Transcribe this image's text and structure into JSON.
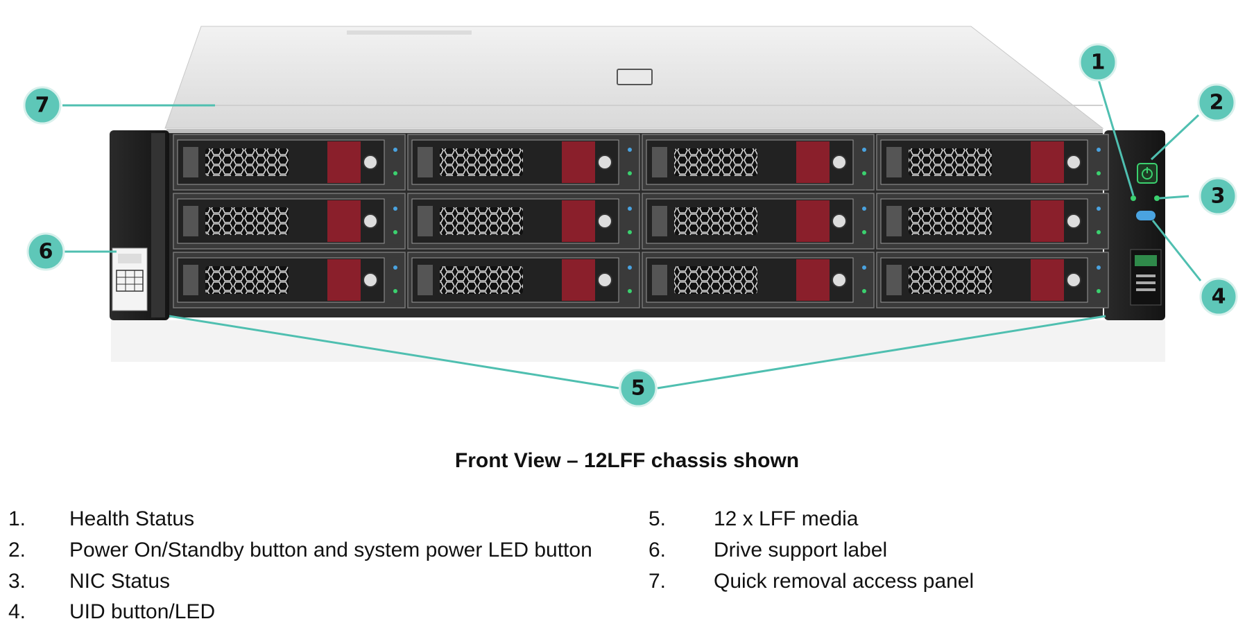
{
  "caption": "Front View – 12LFF chassis shown",
  "callouts": [
    "1",
    "2",
    "3",
    "4",
    "5",
    "6",
    "7"
  ],
  "colors": {
    "callout": "#5ec7b8",
    "drive_latch": "#8a1f2b",
    "chassis_top": "#e6e6e6",
    "bezel": "#1a1a1a",
    "led_green": "#3bd16f",
    "uid_blue": "#4aa3e0"
  },
  "legend": [
    {
      "num": "1.",
      "text": "Health Status"
    },
    {
      "num": "2.",
      "text": "Power On/Standby button and system power LED button"
    },
    {
      "num": "3.",
      "text": "NIC Status"
    },
    {
      "num": "4.",
      "text": "UID button/LED"
    },
    {
      "num": "5.",
      "text": "12 x LFF media"
    },
    {
      "num": "6.",
      "text": "Drive support label"
    },
    {
      "num": "7.",
      "text": "Quick removal access panel"
    }
  ],
  "drive_bays": {
    "rows": 3,
    "cols": 4
  }
}
